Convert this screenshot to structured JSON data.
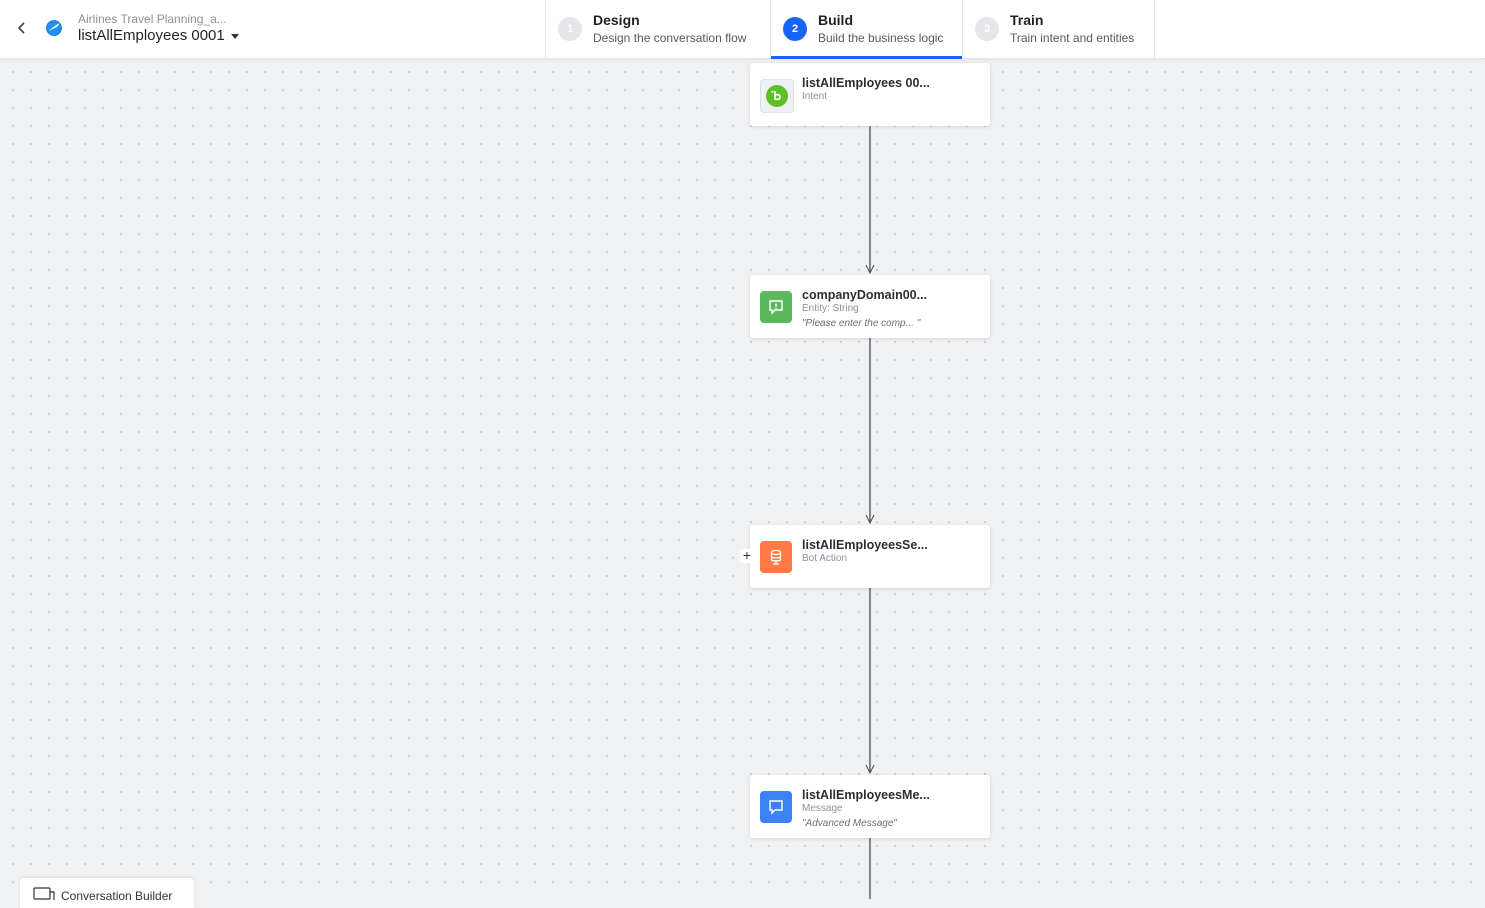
{
  "header": {
    "app_name": "Airlines Travel Planning_a...",
    "dialog_name": "listAllEmployees 0001"
  },
  "steps": [
    {
      "number": "1",
      "title": "Design",
      "subtitle": "Design the conversation flow",
      "active": false
    },
    {
      "number": "2",
      "title": "Build",
      "subtitle": "Build the business logic",
      "active": true
    },
    {
      "number": "3",
      "title": "Train",
      "subtitle": "Train intent and entities",
      "active": false
    }
  ],
  "nodes": [
    {
      "title": "listAllEmployees 00...",
      "type": "Intent",
      "prompt": "",
      "icon": "intent-icon",
      "color": "#5fbf2a"
    },
    {
      "title": "companyDomain00...",
      "type": "Entity: String",
      "prompt": "\"Please enter the comp... \"",
      "icon": "entity-icon",
      "color": "#5cb85c"
    },
    {
      "title": "listAllEmployeesSe...",
      "type": "Bot Action",
      "prompt": "",
      "icon": "bot-action-icon",
      "color": "#ff7a45"
    },
    {
      "title": "listAllEmployeesMe...",
      "type": "Message",
      "prompt": "\"Advanced Message\"",
      "icon": "message-icon",
      "color": "#3b82f6"
    }
  ],
  "add_handle": "+",
  "bottom_tab": {
    "label": "Conversation Builder",
    "icon": "chat-window-icon"
  },
  "colors": {
    "accent": "#1765f4",
    "canvas": "#f0f1f3"
  }
}
